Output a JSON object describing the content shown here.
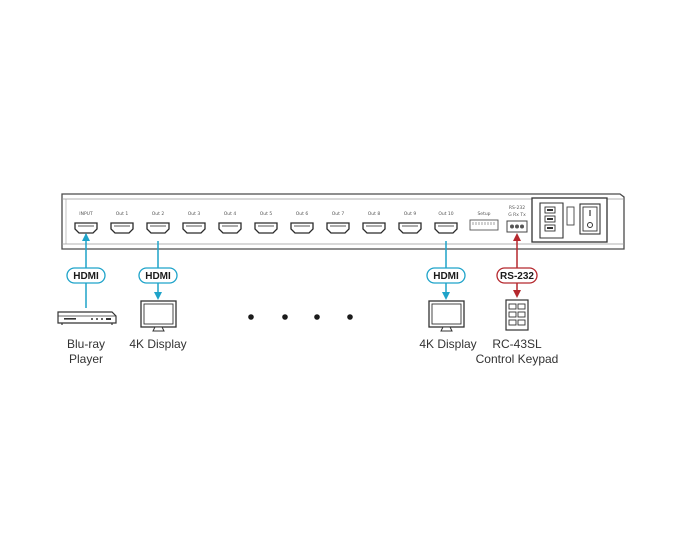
{
  "device": {
    "ports": [
      "INPUT",
      "Out 1",
      "Out 2",
      "Out 3",
      "Out 4",
      "Out 5",
      "Out 6",
      "Out 7",
      "Out 8",
      "Out 9",
      "Out 10"
    ],
    "setup_label": "Setup",
    "rs232_label_line1": "RS-232",
    "rs232_label_line2": "G Rx Tx"
  },
  "connections": {
    "hdmi_tag": "HDMI",
    "rs232_tag": "RS-232",
    "hdmi_color": "#1ea3c9",
    "rs232_color": "#b5282e"
  },
  "devices": {
    "source_line1": "Blu-ray",
    "source_line2": "Player",
    "display_left": "4K Display",
    "display_right": "4K Display",
    "keypad_line1": "RC-43SL",
    "keypad_line2": "Control Keypad"
  },
  "icons": [
    "bluray-player-icon",
    "monitor-icon",
    "monitor-icon",
    "keypad-icon",
    "ellipsis-dots-icon"
  ]
}
